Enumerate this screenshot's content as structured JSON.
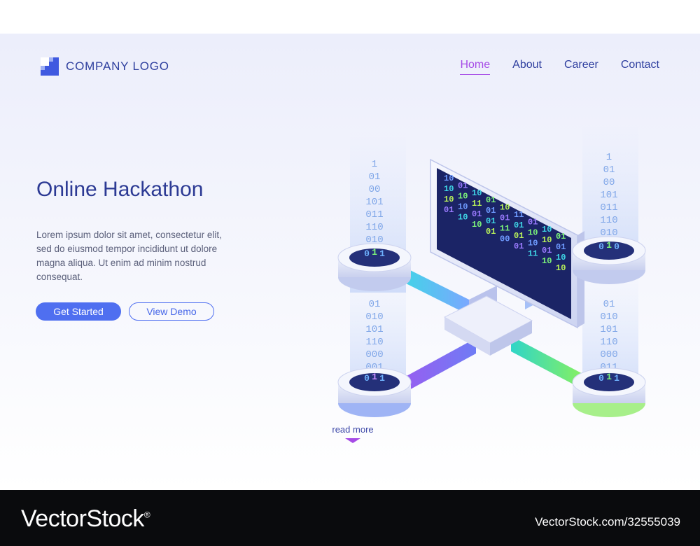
{
  "header": {
    "logo_text": "COMPANY LOGO",
    "nav": [
      {
        "label": "Home",
        "active": true
      },
      {
        "label": "About",
        "active": false
      },
      {
        "label": "Career",
        "active": false
      },
      {
        "label": "Contact",
        "active": false
      }
    ]
  },
  "hero": {
    "title": "Online Hackathon",
    "body": "Lorem ipsum dolor sit amet, consectetur elit, sed do eiusmod tempor incididunt ut dolore magna aliqua. Ut enim ad minim nostrud consequat.",
    "primary_button": "Get Started",
    "secondary_button": "View Demo"
  },
  "illustration": {
    "screen_columns": [
      "10101001",
      "01101010",
      "10110110",
      "01010101",
      "10011100",
      "11010101",
      "01101011",
      "10100110",
      "01011010"
    ],
    "pillar_bits": [
      "0",
      "0",
      "1",
      "1",
      "0",
      "1",
      "0",
      "1",
      "0"
    ],
    "pillar_stacks": {
      "top_left": [
        "1",
        "01",
        "00",
        "101",
        "011",
        "110",
        "010",
        "0"
      ],
      "top_right": [
        "1",
        "01",
        "00",
        "101",
        "011",
        "110",
        "010",
        "0"
      ],
      "bottom_left": [
        "01",
        "010",
        "101",
        "110",
        "000",
        "001"
      ],
      "bottom_right": [
        "01",
        "010",
        "101",
        "110",
        "000",
        "011"
      ]
    }
  },
  "read_more": "read more",
  "footer": {
    "brand": "VectorStock",
    "brand_mark": "®",
    "image_id": "VectorStock.com/32555039"
  },
  "colors": {
    "accent_purple": "#a64be6",
    "primary_blue": "#4f6ff0",
    "navy": "#2c3a94"
  }
}
